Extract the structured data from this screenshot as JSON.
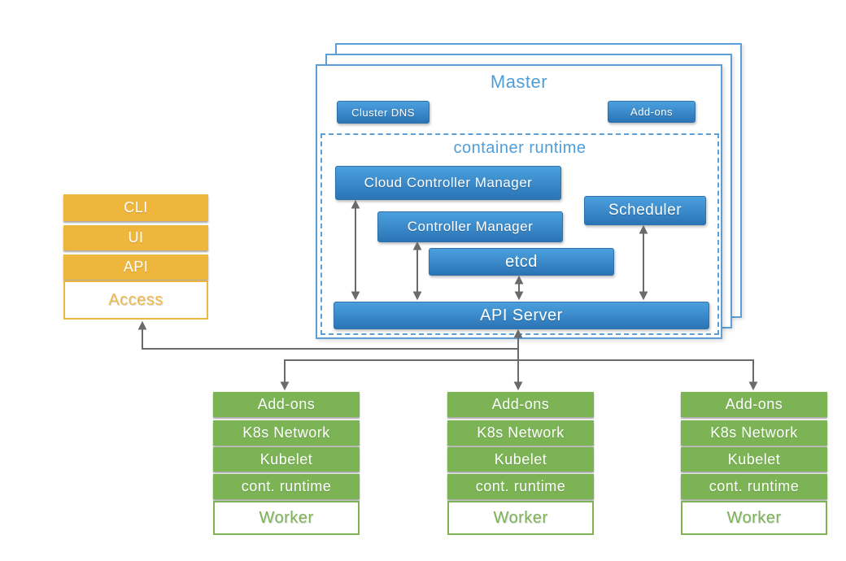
{
  "palette": {
    "blue_box_top": "#4BA0DD",
    "blue_box_bottom": "#2B74B6",
    "blue_border": "#5B9FD6",
    "blue_text": "#4F9ED9",
    "orange": "#EFB63D",
    "green": "#7BB355",
    "connector_gray": "#6A6A6A",
    "background": "#FFFFFF"
  },
  "access_stack": {
    "items": [
      "CLI",
      "UI",
      "API"
    ],
    "base_label": "Access"
  },
  "master": {
    "title": "Master",
    "cluster_dns_label": "Cluster DNS",
    "addons_label": "Add-ons",
    "container_runtime_title": "container runtime",
    "cloud_controller_manager_label": "Cloud Controller Manager",
    "controller_manager_label": "Controller Manager",
    "scheduler_label": "Scheduler",
    "etcd_label": "etcd",
    "api_server_label": "API Server"
  },
  "workers": [
    {
      "items": [
        "Add-ons",
        "K8s Network",
        "Kubelet",
        "cont. runtime"
      ],
      "base_label": "Worker"
    },
    {
      "items": [
        "Add-ons",
        "K8s Network",
        "Kubelet",
        "cont. runtime"
      ],
      "base_label": "Worker"
    },
    {
      "items": [
        "Add-ons",
        "K8s Network",
        "Kubelet",
        "cont. runtime"
      ],
      "base_label": "Worker"
    }
  ]
}
